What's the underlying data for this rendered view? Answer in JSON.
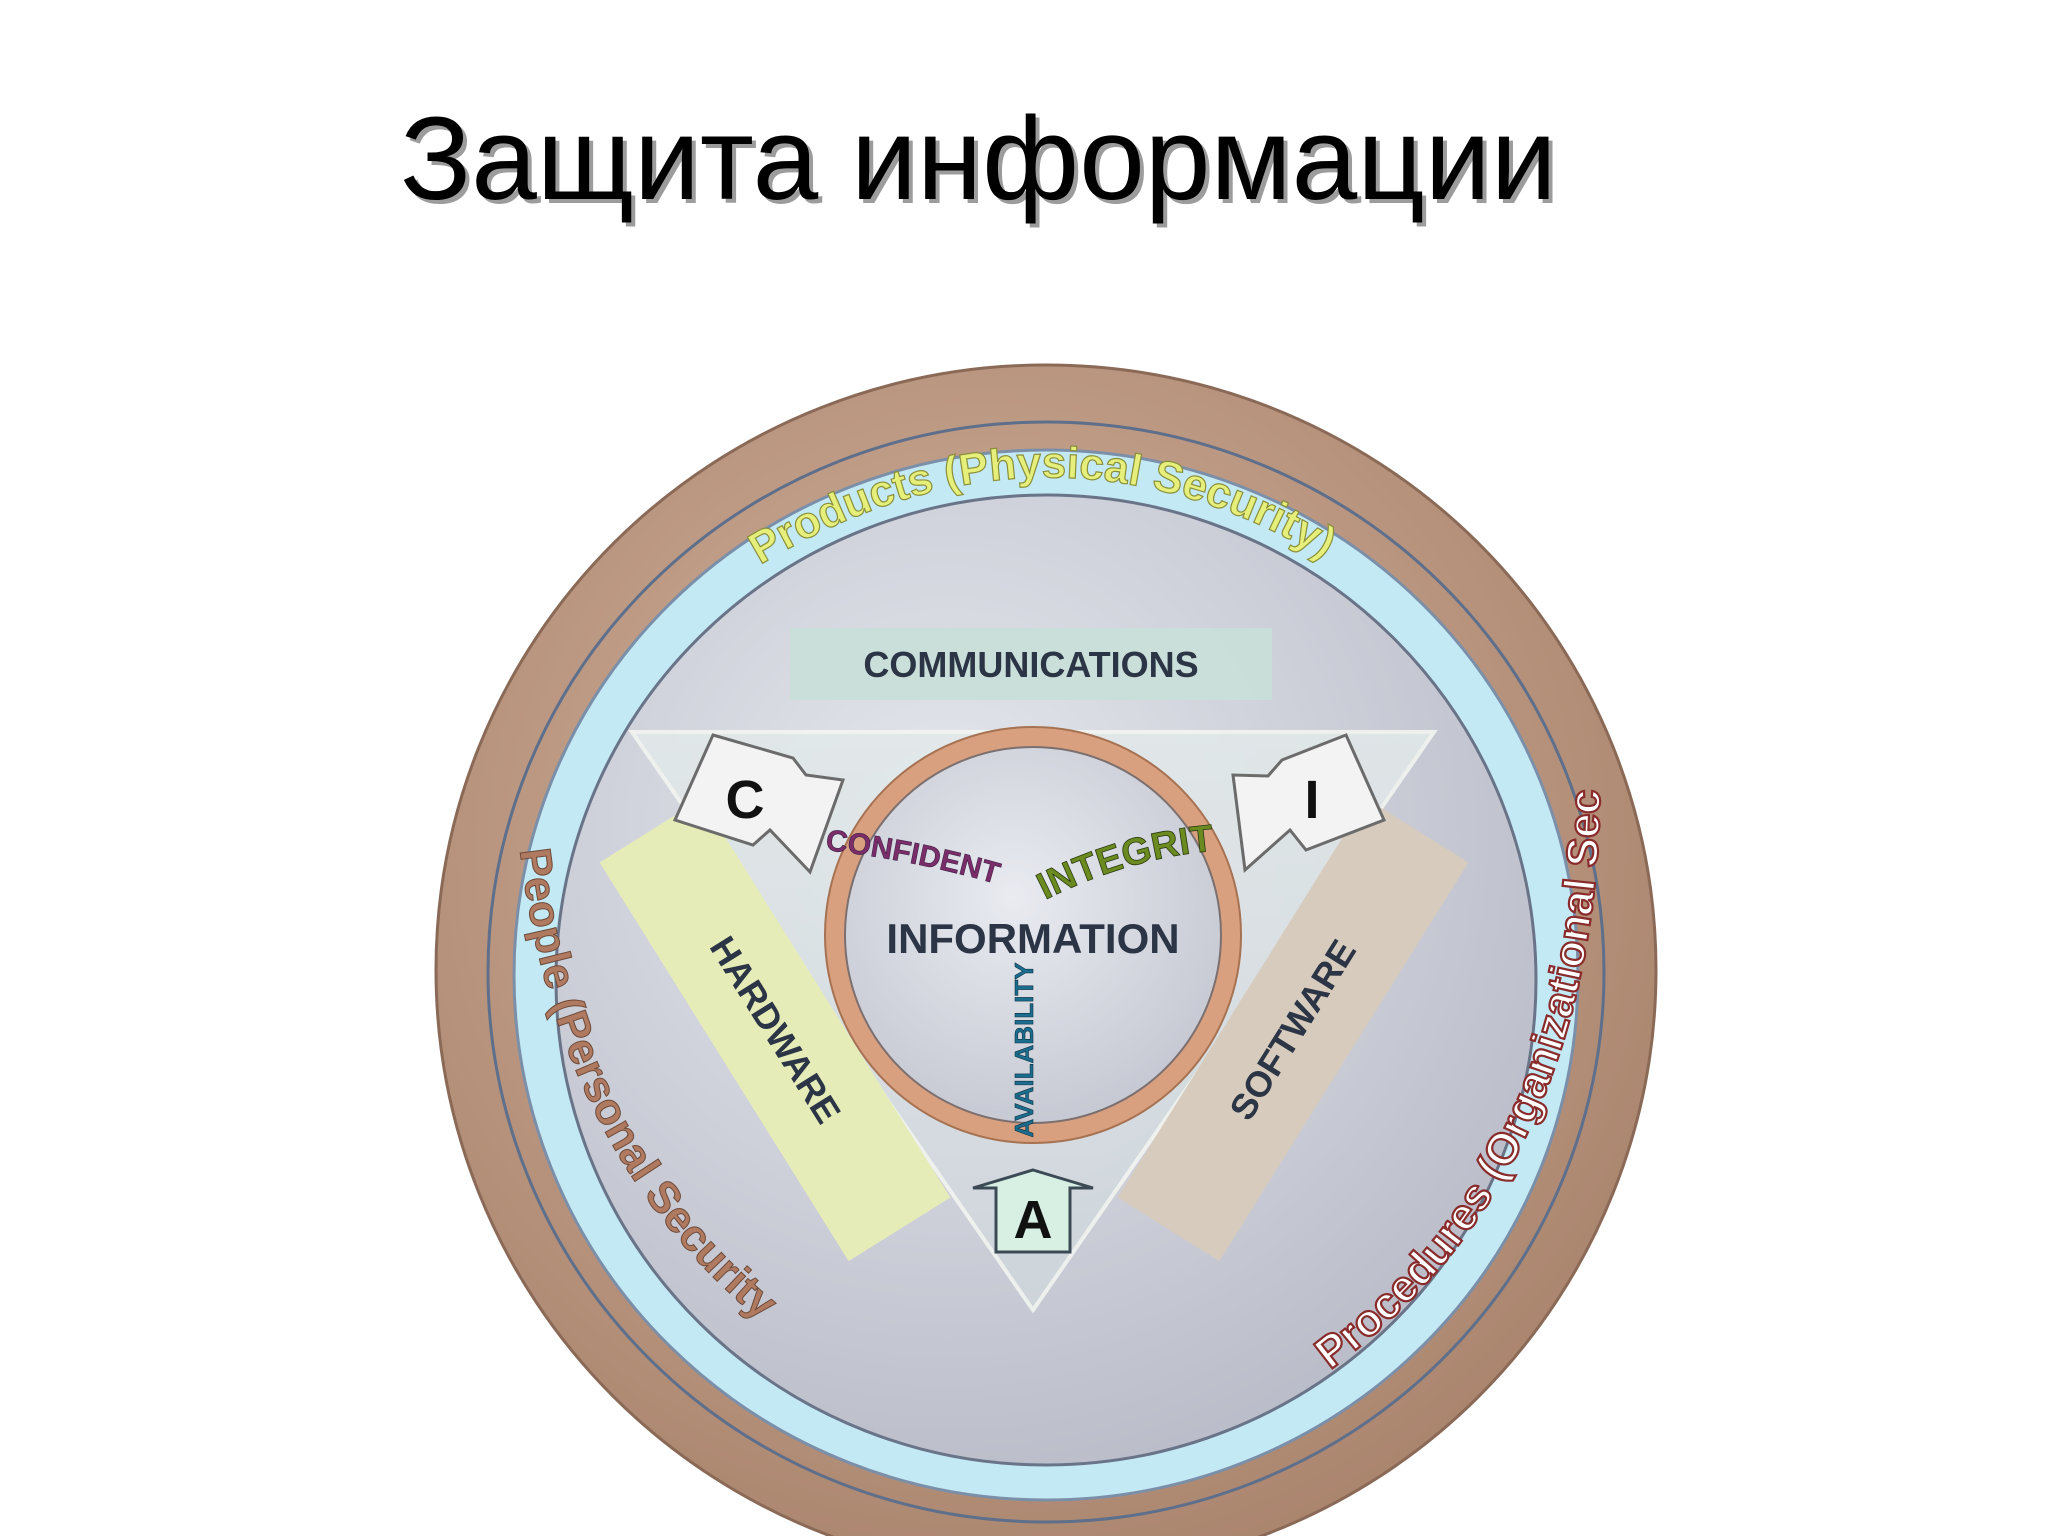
{
  "slide": {
    "title": "Защита информации"
  },
  "diagram": {
    "rings": {
      "outer": "People (Personal Security)",
      "procedures": "Procedures (Organizational Security)",
      "products": "Products (Physical Security)"
    },
    "components": {
      "communications": "COMMUNICATIONS",
      "hardware": "HARDWARE",
      "software": "SOFTWARE",
      "core": "INFORMATION"
    },
    "triad": {
      "c_letter": "C",
      "i_letter": "I",
      "a_letter": "A",
      "confidentiality": "CONFIDENTIALITY",
      "integrity": "INTEGRITY",
      "availability": "AVAILABILITY"
    },
    "colors": {
      "outer_ring": "#b8917a",
      "light_blue_ring": "#c3e9f5",
      "inner_disk": "#c9ccd6",
      "hardware_box": "#e6ecb8",
      "software_box": "#d7cbbd",
      "communications_box": "#c9ded9",
      "confidentiality_text": "#7b2d6a",
      "integrity_text": "#6b8a1f",
      "availability_text": "#1b6d8f",
      "procedures_text": "#ffffff",
      "people_text": "#b07a60",
      "products_text": "#e6ef7a"
    }
  }
}
